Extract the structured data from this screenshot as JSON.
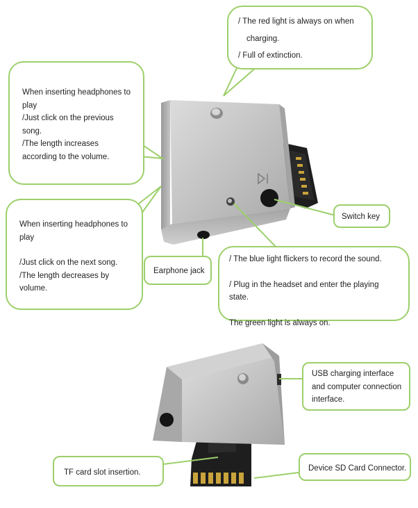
{
  "callouts": {
    "red_light": {
      "line1": "/ The red light is always on when",
      "line2": "charging.",
      "line3": "/ Full of extinction."
    },
    "prev_song": {
      "line1": "When inserting headphones to",
      "line2": "play",
      "line3": "/Just click on the previous",
      "line4": "song.",
      "line5": "/The length increases",
      "line6": "according to the volume."
    },
    "next_song": {
      "line1": "When inserting headphones to",
      "line2": "play",
      "line3": "/Just click on the next song.",
      "line4": "/The length decreases by",
      "line5": "volume."
    },
    "switch_key": "Switch key",
    "earphone_jack": "Earphone jack",
    "blue_light": {
      "line1": "/ The blue light flickers to record the sound.",
      "line2": "/ Plug in the headset and enter the playing state.",
      "line3": "The green light is always on."
    },
    "usb": {
      "line1": "USB charging interface",
      "line2": "and computer connection",
      "line3": "interface."
    },
    "tf_card": "TF card slot insertion.",
    "sd_connector": "Device SD Card Connector."
  },
  "colors": {
    "callout_border": "#9ccf6a",
    "leader_line": "#9ccf6a",
    "device_metal": "#b9b9b9",
    "sd_card": "#1e1e1e",
    "gold_contacts": "#c9a33b"
  }
}
